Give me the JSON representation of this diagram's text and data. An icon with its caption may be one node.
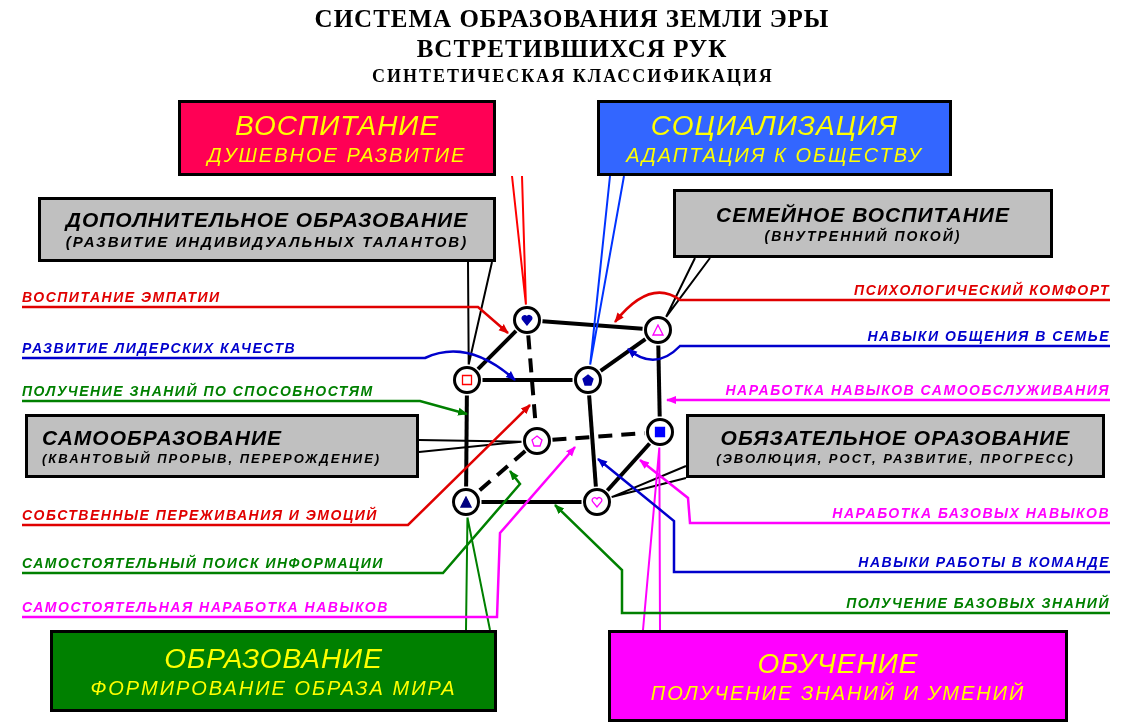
{
  "diagram": {
    "title": "СИСТЕМА ОБРАЗОВАНИЯ ЗЕМЛИ ЭРЫ ВСТРЕТИВШИХСЯ РУК",
    "nodes": [
      {
        "text": [
          "ВОСПИТАНИЕ",
          "ДУШЕВНОЕ РАЗВИТИЕ"
        ]
      },
      {
        "text": [
          "СОЦИАЛИЗАЦИЯ",
          "АДАПТАЦИЯ К ОБЩЕСТВУ"
        ]
      },
      {
        "text": [
          "ДОПОЛНИТЕЛЬНОЕ ОБРАЗОВАНИЕ",
          "(РАЗВИТИЕ ИНДИВИДУАЛЬНЫХ ТАЛАНТОВ)"
        ]
      },
      {
        "text": [
          "СЕМЕЙНОЕ ВОСПИТАНИЕ",
          "(ВНУТРЕННИЙ ПОКОЙ)"
        ]
      },
      {
        "text": [
          "САМООБРАЗОВАНИЕ",
          "(КВАНТОВЫЙ ПРОРЫВ, ПЕРЕРОЖДЕНИЕ)"
        ]
      },
      {
        "text": [
          "ОБЯЗАТЕЛЬНОЕ ОРАЗОВАНИЕ",
          "(ЭВОЛЮЦИЯ, РОСТ, РАЗВИТИЕ, ПРОГРЕСС)"
        ]
      },
      {
        "text": [
          "ОБРАЗОВАНИЕ",
          "ФОРМИРОВАНИЕ ОБРАЗА МИРА"
        ]
      },
      {
        "text": [
          "ОБУЧЕНИЕ",
          "ПОЛУЧЕНИЕ ЗНАНИЙ И УМЕНИЙ"
        ]
      },
      {
        "text": [
          "ВОСПИТАНИЕ ЭМПАТИИ"
        ]
      },
      {
        "text": [
          "РАЗВИТИЕ ЛИДЕРСКИХ КАЧЕСТВ"
        ]
      },
      {
        "text": [
          "ПОЛУЧЕНИЕ ЗНАНИЙ ПО СПОСОБНОСТЯМ"
        ]
      },
      {
        "text": [
          "СОБСТВЕННЫЕ ПЕРЕЖИВАНИЯ И ЭМОЦИЙ"
        ]
      },
      {
        "text": [
          "САМОСТОЯТЕЛЬНЫЙ ПОИСК ИНФОРМАЦИИ"
        ]
      },
      {
        "text": [
          "САМОСТОЯТЕЛЬНАЯ НАРАБОТКА НАВЫКОВ"
        ]
      },
      {
        "text": [
          "ПСИХОЛОГИЧЕСКИЙ КОМФОРТ"
        ]
      },
      {
        "text": [
          "НАВЫКИ ОБЩЕНИЯ В СЕМЬЕ"
        ]
      },
      {
        "text": [
          "НАРАБОТКА НАВЫКОВ САМООБСЛУЖИВАНИЯ"
        ]
      },
      {
        "text": [
          "НАРАБОТКА БАЗОВЫХ НАВЫКОВ"
        ]
      },
      {
        "text": [
          "НАВЫКИ РАБОТЫ В КОМАНДЕ"
        ]
      },
      {
        "text": [
          "ПОЛУЧЕНИЕ БАЗОВЫХ ЗНАНИЙ"
        ]
      },
      {
        "text": [],
        "shape": "circle"
      },
      {
        "text": [],
        "shape": "circle"
      },
      {
        "text": [],
        "shape": "circle"
      },
      {
        "text": [],
        "shape": "circle"
      },
      {
        "text": [],
        "shape": "circle"
      },
      {
        "text": [],
        "shape": "circle"
      },
      {
        "text": [],
        "shape": "circle"
      },
      {
        "text": [],
        "shape": "circle"
      }
    ],
    "edges": [
      {
        "from": 20,
        "to": 21,
        "arrow": "none"
      },
      {
        "from": 20,
        "to": 22,
        "arrow": "none"
      },
      {
        "from": 21,
        "to": 23,
        "arrow": "none"
      },
      {
        "from": 22,
        "to": 23,
        "arrow": "none"
      },
      {
        "from": 20,
        "to": 24,
        "arrow": "none",
        "style": "dashed"
      },
      {
        "from": 21,
        "to": 25,
        "arrow": "none"
      },
      {
        "from": 22,
        "to": 26,
        "arrow": "none"
      },
      {
        "from": 23,
        "to": 27,
        "arrow": "none"
      },
      {
        "from": 24,
        "to": 25,
        "arrow": "none",
        "style": "dashed"
      },
      {
        "from": 24,
        "to": 26,
        "arrow": "none",
        "style": "dashed"
      },
      {
        "from": 25,
        "to": 27,
        "arrow": "none"
      },
      {
        "from": 26,
        "to": 27,
        "arrow": "none"
      },
      {
        "from": 0,
        "to": 20,
        "arrow": "none",
        "color": "#ff0000"
      },
      {
        "from": 1,
        "to": 23,
        "arrow": "none",
        "color": "#0033ff"
      },
      {
        "from": 2,
        "to": 22,
        "arrow": "none"
      },
      {
        "from": 3,
        "to": 21,
        "arrow": "none"
      },
      {
        "from": 4,
        "to": 24,
        "arrow": "none"
      },
      {
        "from": 5,
        "to": 27,
        "arrow": "none"
      },
      {
        "from": 6,
        "to": 26,
        "arrow": "none",
        "color": "#008000"
      },
      {
        "from": 7,
        "to": 25,
        "arrow": "none",
        "color": "#ff00ff"
      },
      {
        "from": 8,
        "to": 20,
        "arrow": "to",
        "color": "#e00000"
      },
      {
        "from": 9,
        "to": null,
        "arrow": "to",
        "color": "#0000cc"
      },
      {
        "from": 10,
        "to": 22,
        "arrow": "to",
        "color": "#008000"
      },
      {
        "from": 11,
        "to": 24,
        "arrow": "to",
        "color": "#e00000"
      },
      {
        "from": 12,
        "to": 24,
        "arrow": "to",
        "color": "#008000"
      },
      {
        "from": 13,
        "to": 24,
        "arrow": "to",
        "color": "#ff00ff"
      },
      {
        "from": 14,
        "to": 21,
        "arrow": "to",
        "color": "#e00000"
      },
      {
        "from": 15,
        "to": 21,
        "arrow": "to",
        "color": "#0000cc"
      },
      {
        "from": 16,
        "to": 25,
        "arrow": "to",
        "color": "#ff00ff"
      },
      {
        "from": 17,
        "to": 25,
        "arrow": "to",
        "color": "#ff00ff"
      },
      {
        "from": 18,
        "to": 27,
        "arrow": "to",
        "color": "#0000cc"
      },
      {
        "from": 19,
        "to": 27,
        "arrow": "to",
        "color": "#008000"
      }
    ],
    "labels": [
      "СИНТЕТИЧЕСКАЯ КЛАССИФИКАЦИЯ"
    ]
  }
}
